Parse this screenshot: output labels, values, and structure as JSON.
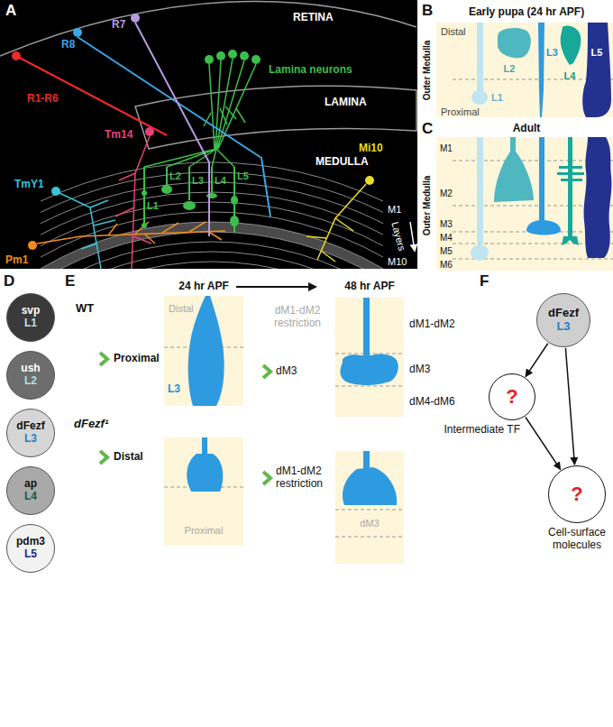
{
  "diagram": {
    "nodes": [
      {
        "text": [
          "svp",
          "L1"
        ]
      },
      {
        "text": [
          "ush",
          "L2"
        ]
      },
      {
        "text": [
          "dFezf",
          "L3"
        ]
      },
      {
        "text": [
          "ap",
          "L4"
        ]
      },
      {
        "text": [
          "pdm3",
          "L5"
        ]
      },
      {
        "text": [
          "dFezf",
          "L3"
        ]
      },
      {
        "text": [
          "?",
          "Intermediate TF"
        ]
      },
      {
        "text": [
          "?",
          "Cell-surface molecules"
        ]
      }
    ],
    "edges": [
      {
        "from": 5,
        "to": 6,
        "arrow": "to"
      },
      {
        "from": 5,
        "to": 7,
        "arrow": "to"
      },
      {
        "from": 6,
        "to": 7,
        "arrow": "to"
      }
    ],
    "labels": [
      "A",
      "RETINA",
      "R7",
      "R8",
      "R1-R6",
      "LAMINA",
      "Lamina neurons",
      "MEDULLA",
      "Tm14",
      "TmY1",
      "L2",
      "L3",
      "L4",
      "L1",
      "L5",
      "Mi10",
      "M1",
      "Layers",
      "M10",
      "Pm1",
      "B",
      "Early pupa (24 hr APF)",
      "Distal",
      "L2",
      "L3",
      "L4",
      "L5",
      "Outer Medulla",
      "L1",
      "Proximal",
      "C",
      "Adult",
      "M1",
      "M2",
      "M3",
      "M4",
      "M5",
      "M6",
      "Outer Medulla",
      "D",
      "E",
      "24 hr APF",
      "48 hr APF",
      "WT",
      "Distal",
      "Proximal",
      "L3",
      "dM1-dM2 restriction",
      "dM3",
      "dM1-dM2",
      "dM3",
      "dM4-dM6",
      "dFezf¹",
      "Distal",
      "Proximal",
      "dM1-dM2 restriction",
      "dM3",
      "F"
    ]
  }
}
